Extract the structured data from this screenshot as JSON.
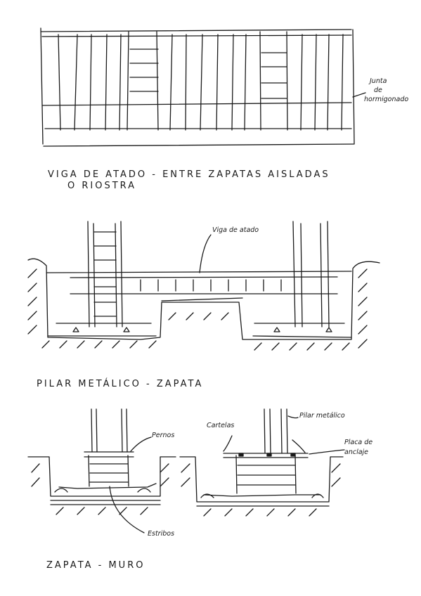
{
  "sections": [
    {
      "title_lines": [
        "VIGA DE ATADO - ENTRE ZAPATAS AISLADAS",
        "O RIOSTRA"
      ],
      "labels": {
        "junta": [
          "Junta",
          "de",
          "hormigonado"
        ]
      }
    },
    {
      "title_lines": [
        "PILAR METÁLICO - ZAPATA"
      ],
      "labels": {
        "viga": "Viga de atado"
      }
    },
    {
      "title_lines": [
        "ZAPATA - MURO"
      ],
      "labels": {
        "pernos": "Pernos",
        "estribos": "Estribos",
        "cartelas": "Cartelas",
        "pilar": "Pilar metálico",
        "placa": [
          "Placa de",
          "anclaje"
        ]
      }
    }
  ]
}
